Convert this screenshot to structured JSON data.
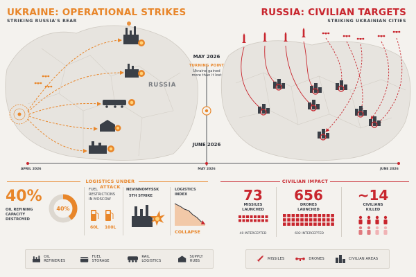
{
  "left_title": "UKRAINE: OPERATIONAL STRIKES",
  "left_subtitle": "STRIKING RUSSIA'S REAR",
  "right_title": "RUSSIA: CIVILIAN TARGETS",
  "right_subtitle": "STRIKING UKRAINIAN CITIES",
  "map_label_russia": "RUSSIA",
  "timeline": {
    "top_date": "MAY 2026",
    "turning_point": "TURNING POINT",
    "turning_desc_1": "Ukraine gained",
    "turning_desc_2": "more than it lost",
    "mid_date": "JUNE 2026",
    "axis_start": "APRIL 2026",
    "axis_mid": "MAY 2026",
    "axis_end": "JUNE 2026"
  },
  "logistics": {
    "section_title": "LOGISTICS UNDER ATTACK",
    "oil_value": "40%",
    "oil_label_1": "OIL REFINING",
    "oil_label_2": "CAPACITY",
    "oil_label_3": "DESTROYED",
    "donut_value": "40%",
    "donut_fraction": 0.4,
    "fuel_title_1": "FUEL",
    "fuel_title_2": "RESTRICTIONS",
    "fuel_title_3": "IN MOSCOW",
    "fuel_60": "60L",
    "fuel_100": "100L",
    "nev_title": "NEVINNOMYSSK",
    "nev_sub": "5TH STRIKE",
    "idx_title_1": "LOGISTICS",
    "idx_title_2": "INDEX",
    "idx_status": "COLLAPSE"
  },
  "civilian": {
    "section_title": "CIVILIAN IMPACT",
    "missiles_value": "73",
    "missiles_label_1": "MISSILES",
    "missiles_label_2": "LAUNCHED",
    "missiles_intercepted": "40 INTERCEPTED",
    "drones_value": "656",
    "drones_label_1": "DRONES",
    "drones_label_2": "LAUNCHED",
    "drones_intercepted": "602 INTERCEPTED",
    "killed_value": "~14",
    "killed_label_1": "CIVILIANS",
    "killed_label_2": "KILLED"
  },
  "legend": {
    "oil_refineries": "OIL REFINERIES",
    "fuel_storage": "FUEL STORAGE",
    "rail_logistics": "RAIL LOGISTICS",
    "supply_hubs": "SUPPLY HUBS",
    "missiles": "MISSILES",
    "drones": "DRONES",
    "civilian_areas": "CIVILIAN AREAS"
  },
  "colors": {
    "orange": "#e8862a",
    "red": "#c8262e",
    "dark": "#2a2e35"
  }
}
